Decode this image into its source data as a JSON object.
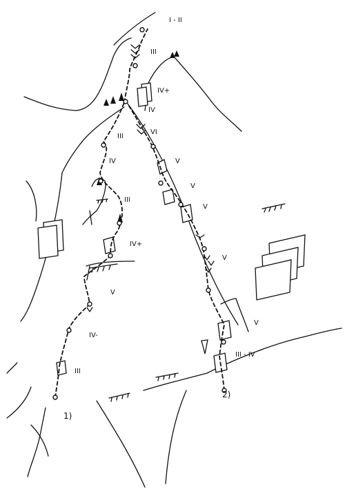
{
  "grades": [
    {
      "id": "g1",
      "text": "I - II"
    },
    {
      "id": "g2",
      "text": "III"
    },
    {
      "id": "g3",
      "text": "IV+"
    },
    {
      "id": "g4",
      "text": "IV"
    },
    {
      "id": "g5",
      "text": "VI"
    },
    {
      "id": "g6",
      "text": "III"
    },
    {
      "id": "g7",
      "text": "IV"
    },
    {
      "id": "g8",
      "text": "V"
    },
    {
      "id": "g9",
      "text": "III"
    },
    {
      "id": "g10",
      "text": "V"
    },
    {
      "id": "g11",
      "text": "V"
    },
    {
      "id": "g12",
      "text": "IV+"
    },
    {
      "id": "g13",
      "text": "V"
    },
    {
      "id": "g14",
      "text": "V"
    },
    {
      "id": "g15",
      "text": "V"
    },
    {
      "id": "g16",
      "text": "IV-"
    },
    {
      "id": "g17",
      "text": "III - IV"
    },
    {
      "id": "g18",
      "text": "III"
    }
  ],
  "routes": [
    {
      "id": "r1",
      "label": "1)"
    },
    {
      "id": "r2",
      "label": "2)"
    }
  ],
  "colors": {
    "ink": "#111111",
    "paper": "#ffffff"
  }
}
